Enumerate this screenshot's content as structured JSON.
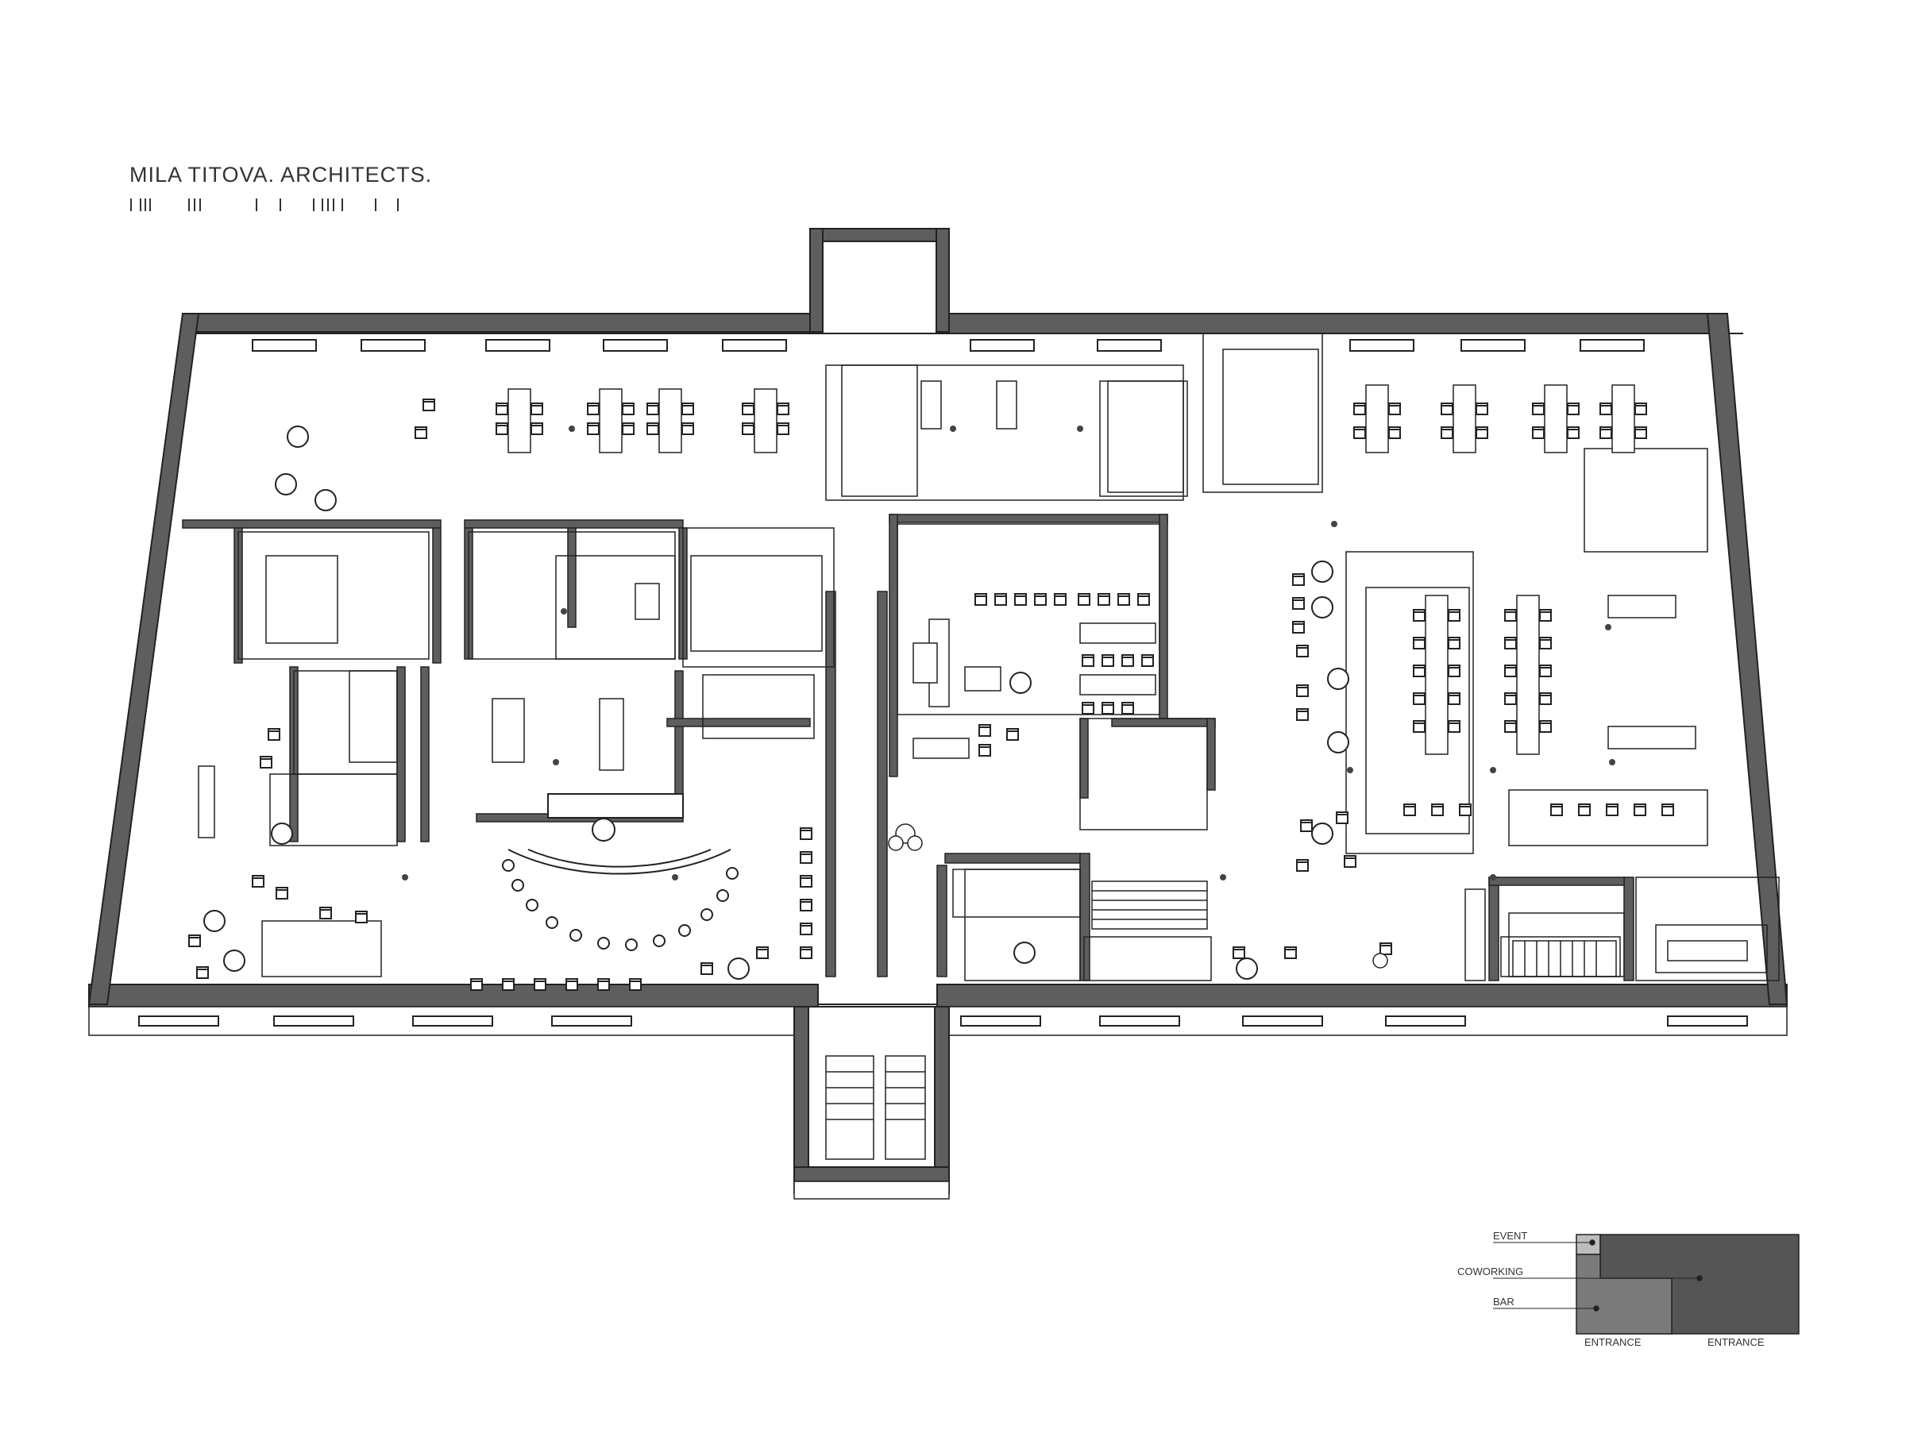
{
  "header": {
    "brand": "MILA TITOVA. ARCHITECTS."
  },
  "legend": {
    "items": [
      {
        "label": "EVENT",
        "color": "#bdbdbd"
      },
      {
        "label": "COWORKING",
        "color": "#555555"
      },
      {
        "label": "BAR",
        "color": "#7a7a7a"
      }
    ],
    "entrance_left": "ENTRANCE",
    "entrance_right": "ENTRANCE"
  },
  "colors": {
    "wall": "#5e5e5e",
    "line": "#222222",
    "paper": "#ffffff"
  }
}
